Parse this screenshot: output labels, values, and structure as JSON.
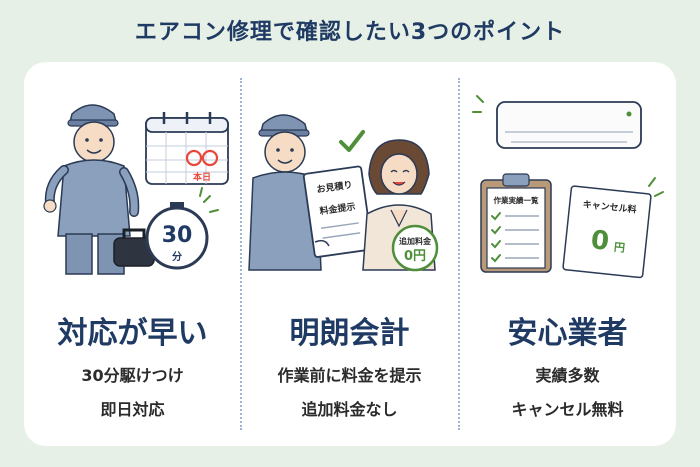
{
  "title": "エアコン修理で確認したい3つのポイント",
  "columns": [
    {
      "title": "対応が早い",
      "lines": [
        "30分駆けつけ",
        "即日対応"
      ],
      "calendar_label": "本日",
      "timer_label": "30",
      "timer_unit": "分"
    },
    {
      "title": "明朗会計",
      "lines": [
        "作業前に料金を提示",
        "追加料金なし"
      ],
      "doc_heading": "お見積り",
      "doc_body": "料金提示",
      "badge_line1": "追加料金",
      "badge_line2": "0円"
    },
    {
      "title": "安心業者",
      "lines": [
        "実績多数",
        "キャンセル無料"
      ],
      "clipboard_heading": "作業実績一覧",
      "card_heading": "キャンセル料",
      "card_value": "0",
      "card_unit": "円"
    }
  ],
  "colors": {
    "navy": "#1f3a63",
    "red": "#e8473a",
    "green": "#4f8f3a",
    "worker_blue": "#8aa0bd"
  },
  "icons": [
    "worker-illustration",
    "calendar-icon",
    "stopwatch-icon",
    "toolbox-icon",
    "estimate-document-icon",
    "check-icon",
    "customer-illustration",
    "air-conditioner-icon",
    "clipboard-icon",
    "cancel-fee-card-icon"
  ]
}
